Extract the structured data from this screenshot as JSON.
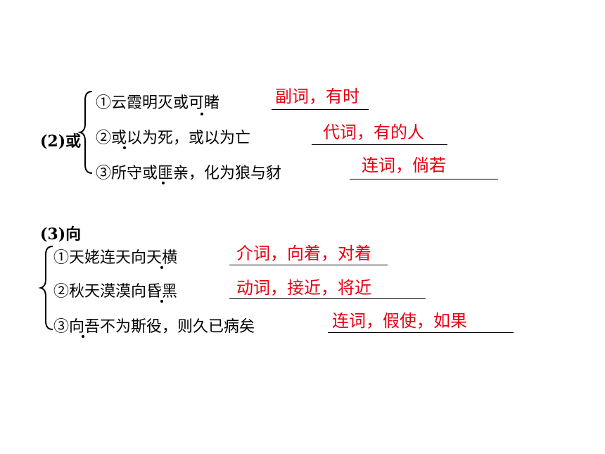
{
  "groups": [
    {
      "label": "(2)或",
      "items": [
        {
          "text": "①云霞明灭或可睹",
          "answer": "副词，有时"
        },
        {
          "text": "②或以为死，或以为亡",
          "answer": "代词，有的人"
        },
        {
          "text": "③所守或匪亲，化为狼与豺",
          "answer": "连词，倘若"
        }
      ]
    },
    {
      "label": "(3)向",
      "items": [
        {
          "text": "①天姥连天向天横",
          "answer": "介词，向着，对着"
        },
        {
          "text": "②秋天漠漠向昏黑",
          "answer": "动词，接近，将近"
        },
        {
          "text": "③向吾不为斯役，则久已病矣",
          "answer": "连词，假使，如果"
        }
      ]
    }
  ],
  "colors": {
    "answer": "#e60012",
    "text": "#000000"
  }
}
